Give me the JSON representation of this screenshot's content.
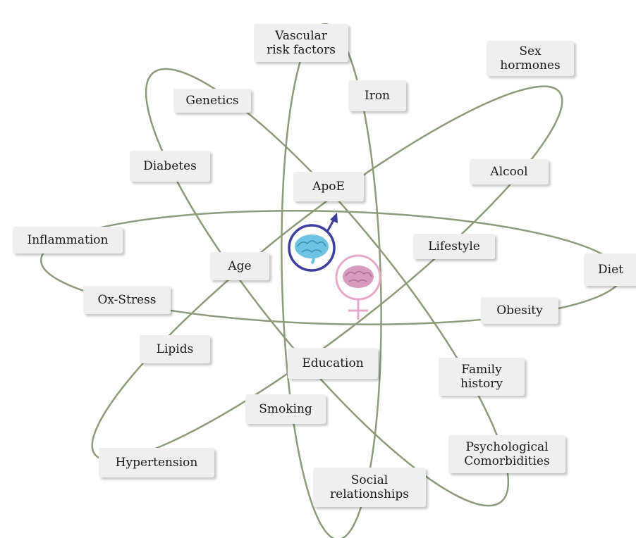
{
  "colors": {
    "orbit": "#8c9c7c",
    "box_fill": "#efefef",
    "male": "#3f3d9e",
    "female": "#e9a9c9",
    "male_brain": "#6ec3e3",
    "female_brain": "#d99bbd"
  },
  "center": {
    "male_symbol_icon": "male-brain-symbol",
    "female_symbol_icon": "female-brain-symbol"
  },
  "factors": {
    "vascular": "Vascular\nrisk factors",
    "sex_hormones": "Sex\nhormones",
    "genetics": "Genetics",
    "iron": "Iron",
    "diabetes": "Diabetes",
    "apoe": "ApoE",
    "alcool": "Alcool",
    "inflammation": "Inflammation",
    "lifestyle": "Lifestyle",
    "age": "Age",
    "diet": "Diet",
    "ox_stress": "Ox-Stress",
    "obesity": "Obesity",
    "lipids": "Lipids",
    "education": "Education",
    "family_history": "Family\nhistory",
    "smoking": "Smoking",
    "psych": "Psychological\nComorbidities",
    "hypertension": "Hypertension",
    "social": "Social\nrelationships"
  }
}
